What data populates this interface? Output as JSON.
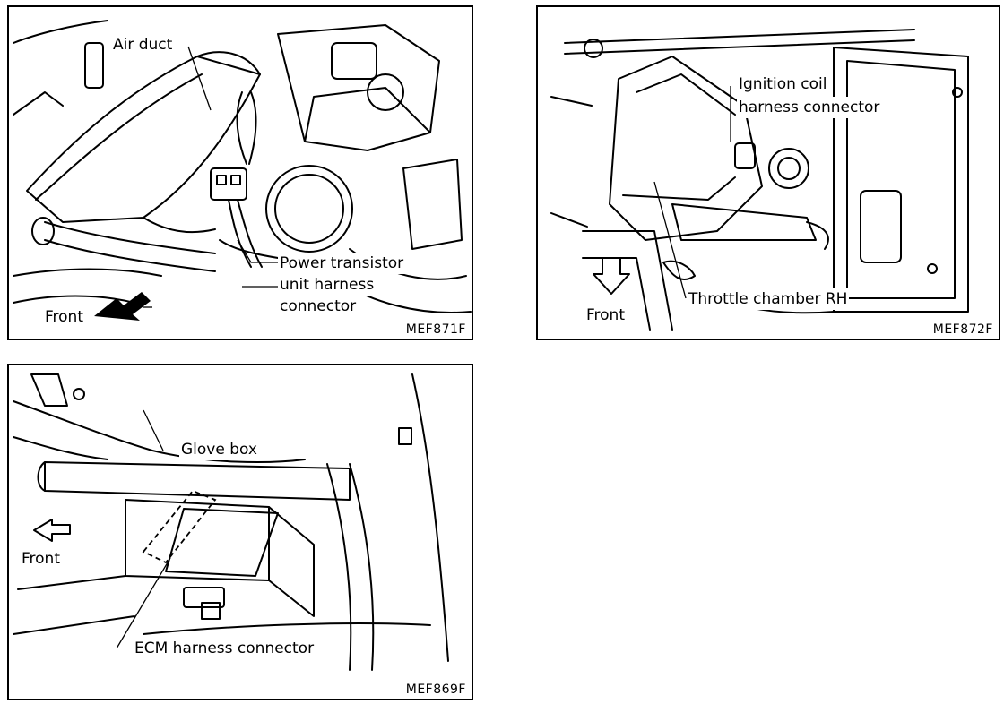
{
  "figures": [
    {
      "code": "MEF871F",
      "labels": {
        "air_duct": "Air duct",
        "power_transistor_1": "Power transistor",
        "power_transistor_2": "unit harness",
        "power_transistor_3": "connector",
        "front": "Front"
      }
    },
    {
      "code": "MEF872F",
      "labels": {
        "ignition_coil_1": "Ignition coil",
        "ignition_coil_2": "harness connector",
        "throttle_chamber": "Throttle chamber RH",
        "front": "Front"
      }
    },
    {
      "code": "MEF869F",
      "labels": {
        "glove_box": "Glove box",
        "ecm_connector": "ECM harness connector",
        "front": "Front"
      }
    }
  ]
}
